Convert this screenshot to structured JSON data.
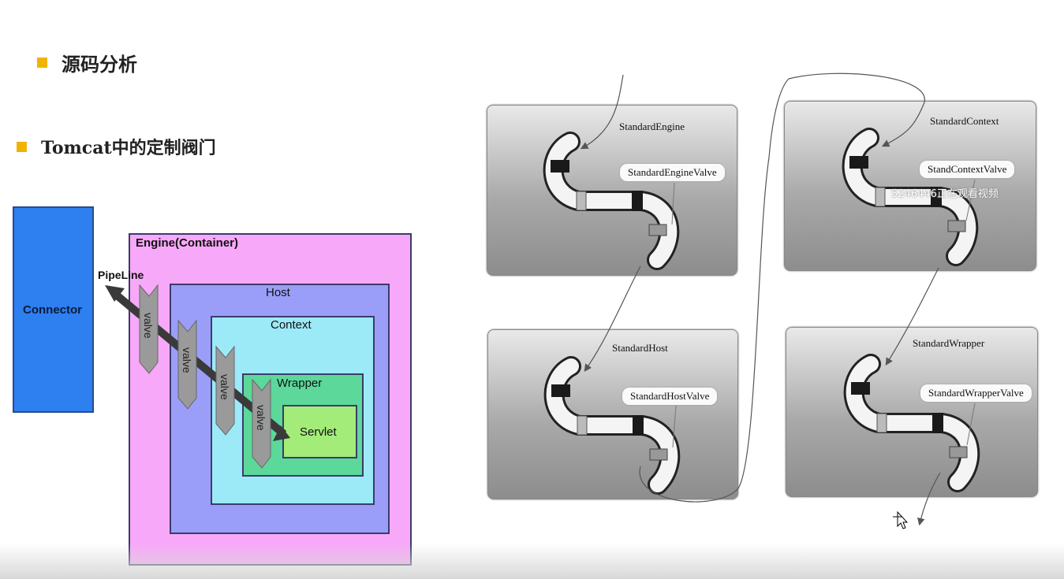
{
  "headings": {
    "section": "源码分析",
    "topic": "Tomcat中的定制阀门"
  },
  "left_diagram": {
    "connector": "Connector",
    "engine": "Engine(Container)",
    "host": "Host",
    "context": "Context",
    "wrapper": "Wrapper",
    "servlet": "Servlet",
    "pipeline": "PipeLine",
    "valve": "valve"
  },
  "pipeline_panels": {
    "engine": {
      "title": "StandardEngine",
      "valve": "StandardEngineValve"
    },
    "context": {
      "title": "StandardContext",
      "valve": "StandContextValve"
    },
    "host": {
      "title": "StandardHost",
      "valve": "StandardHostValve"
    },
    "wrapper": {
      "title": "StandardWrapper",
      "valve": "StandardWrapperValve"
    }
  },
  "watermark": "5246446正在观看视频",
  "colors": {
    "bullet": "#f0b400",
    "connector": "#2e7ff0",
    "engine": "#f8a8f8",
    "host": "#9b9ef8",
    "context": "#9ceaf8",
    "wrapper": "#5cd89a",
    "servlet": "#a3ec7a"
  }
}
